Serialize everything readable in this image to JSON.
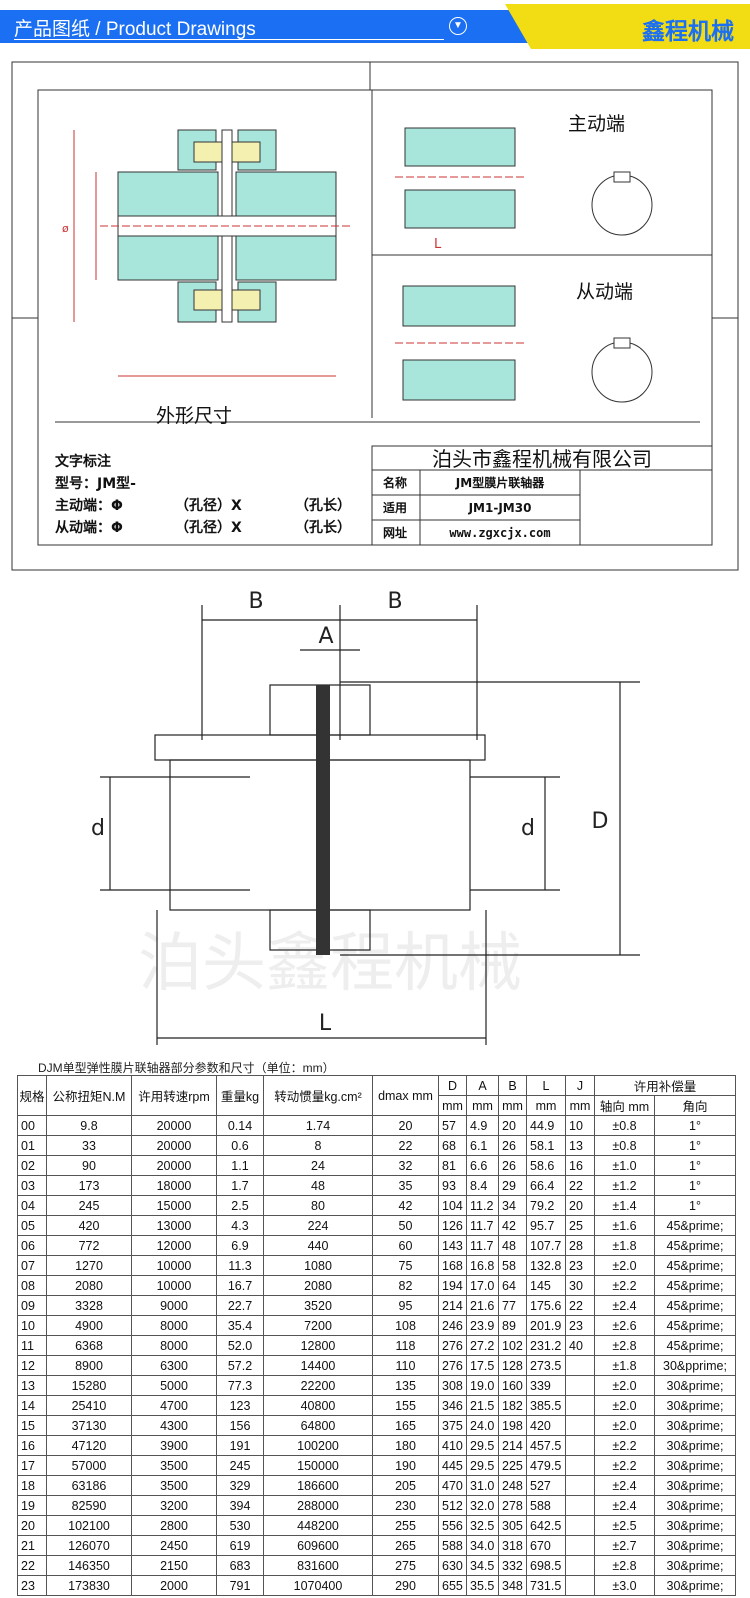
{
  "header": {
    "title": "产品图纸 / Product Drawings",
    "brand": "鑫程机械",
    "dropdown_icon": "circle-chevron-down-icon"
  },
  "drawing1": {
    "labels": {
      "drive_end": "主动端",
      "driven_end": "从动端",
      "outline": "外形尺寸",
      "phi": "ø",
      "L": "L"
    },
    "annotation": {
      "title": "文字标注",
      "model": "型号：JM型-",
      "drive": "主动端：Φ",
      "driven": "从动端：Φ",
      "bore_dia": "（孔径）X",
      "bore_len": "（孔长）"
    },
    "title_block": {
      "company": "泊头市鑫程机械有限公司",
      "name_label": "名称",
      "name_value": "JM型膜片联轴器",
      "apply_label": "适用",
      "apply_value": "JM1-JM30",
      "site_label": "网址",
      "site_value": "www.zgxcjx.com"
    }
  },
  "drawing2": {
    "labels": {
      "B_left": "B",
      "B_right": "B",
      "A": "A",
      "d_left": "d",
      "d_right": "d",
      "D": "D",
      "L": "L"
    },
    "watermark": "泊头鑫程机械"
  },
  "table": {
    "caption": "DJM单型弹性膜片联轴器部分参数和尺寸（单位：mm）",
    "headers": {
      "spec": "规格",
      "torque": "公称扭矩N.M",
      "speed": "许用转速rpm",
      "weight": "重量kg",
      "inertia": "转动惯量kg.cm²",
      "dmax": "dmax mm",
      "D": "D",
      "A": "A",
      "B": "B",
      "L": "L",
      "J": "J",
      "mm": "mm",
      "comp": "许用补偿量",
      "axial": "轴向 mm",
      "angular": "角向"
    },
    "rows": [
      [
        "00",
        "9.8",
        "20000",
        "0.14",
        "1.74",
        "20",
        "57",
        "4.9",
        "20",
        "44.9",
        "10",
        "±0.8",
        "1°"
      ],
      [
        "01",
        "33",
        "20000",
        "0.6",
        "8",
        "22",
        "68",
        "6.1",
        "26",
        "58.1",
        "13",
        "±0.8",
        "1°"
      ],
      [
        "02",
        "90",
        "20000",
        "1.1",
        "24",
        "32",
        "81",
        "6.6",
        "26",
        "58.6",
        "16",
        "±1.0",
        "1°"
      ],
      [
        "03",
        "173",
        "18000",
        "1.7",
        "48",
        "35",
        "93",
        "8.4",
        "29",
        "66.4",
        "22",
        "±1.2",
        "1°"
      ],
      [
        "04",
        "245",
        "15000",
        "2.5",
        "80",
        "42",
        "104",
        "11.2",
        "34",
        "79.2",
        "20",
        "±1.4",
        "1°"
      ],
      [
        "05",
        "420",
        "13000",
        "4.3",
        "224",
        "50",
        "126",
        "11.7",
        "42",
        "95.7",
        "25",
        "±1.6",
        "45&prime;"
      ],
      [
        "06",
        "772",
        "12000",
        "6.9",
        "440",
        "60",
        "143",
        "11.7",
        "48",
        "107.7",
        "28",
        "±1.8",
        "45&prime;"
      ],
      [
        "07",
        "1270",
        "10000",
        "11.3",
        "1080",
        "75",
        "168",
        "16.8",
        "58",
        "132.8",
        "23",
        "±2.0",
        "45&prime;"
      ],
      [
        "08",
        "2080",
        "10000",
        "16.7",
        "2080",
        "82",
        "194",
        "17.0",
        "64",
        "145",
        "30",
        "±2.2",
        "45&prime;"
      ],
      [
        "09",
        "3328",
        "9000",
        "22.7",
        "3520",
        "95",
        "214",
        "21.6",
        "77",
        "175.6",
        "22",
        "±2.4",
        "45&prime;"
      ],
      [
        "10",
        "4900",
        "8000",
        "35.4",
        "7200",
        "108",
        "246",
        "23.9",
        "89",
        "201.9",
        "23",
        "±2.6",
        "45&prime;"
      ],
      [
        "11",
        "6368",
        "8000",
        "52.0",
        "12800",
        "118",
        "276",
        "27.2",
        "102",
        "231.2",
        "40",
        "±2.8",
        "45&prime;"
      ],
      [
        "12",
        "8900",
        "6300",
        "57.2",
        "14400",
        "110",
        "276",
        "17.5",
        "128",
        "273.5",
        "",
        "±1.8",
        "30&pprime;"
      ],
      [
        "13",
        "15280",
        "5000",
        "77.3",
        "22200",
        "135",
        "308",
        "19.0",
        "160",
        "339",
        "",
        "±2.0",
        "30&prime;"
      ],
      [
        "14",
        "25410",
        "4700",
        "123",
        "40800",
        "155",
        "346",
        "21.5",
        "182",
        "385.5",
        "",
        "±2.0",
        "30&prime;"
      ],
      [
        "15",
        "37130",
        "4300",
        "156",
        "64800",
        "165",
        "375",
        "24.0",
        "198",
        "420",
        "",
        "±2.0",
        "30&prime;"
      ],
      [
        "16",
        "47120",
        "3900",
        "191",
        "100200",
        "180",
        "410",
        "29.5",
        "214",
        "457.5",
        "",
        "±2.2",
        "30&prime;"
      ],
      [
        "17",
        "57000",
        "3500",
        "245",
        "150000",
        "190",
        "445",
        "29.5",
        "225",
        "479.5",
        "",
        "±2.2",
        "30&prime;"
      ],
      [
        "18",
        "63186",
        "3500",
        "329",
        "186600",
        "205",
        "470",
        "31.0",
        "248",
        "527",
        "",
        "±2.4",
        "30&prime;"
      ],
      [
        "19",
        "82590",
        "3200",
        "394",
        "288000",
        "230",
        "512",
        "32.0",
        "278",
        "588",
        "",
        "±2.4",
        "30&prime;"
      ],
      [
        "20",
        "102100",
        "2800",
        "530",
        "448200",
        "255",
        "556",
        "32.5",
        "305",
        "642.5",
        "",
        "±2.5",
        "30&prime;"
      ],
      [
        "21",
        "126070",
        "2450",
        "619",
        "609600",
        "265",
        "588",
        "34.0",
        "318",
        "670",
        "",
        "±2.7",
        "30&prime;"
      ],
      [
        "22",
        "146350",
        "2150",
        "683",
        "831600",
        "275",
        "630",
        "34.5",
        "332",
        "698.5",
        "",
        "±2.8",
        "30&prime;"
      ],
      [
        "23",
        "173830",
        "2000",
        "791",
        "1070400",
        "290",
        "655",
        "35.5",
        "348",
        "731.5",
        "",
        "±3.0",
        "30&prime;"
      ]
    ]
  }
}
